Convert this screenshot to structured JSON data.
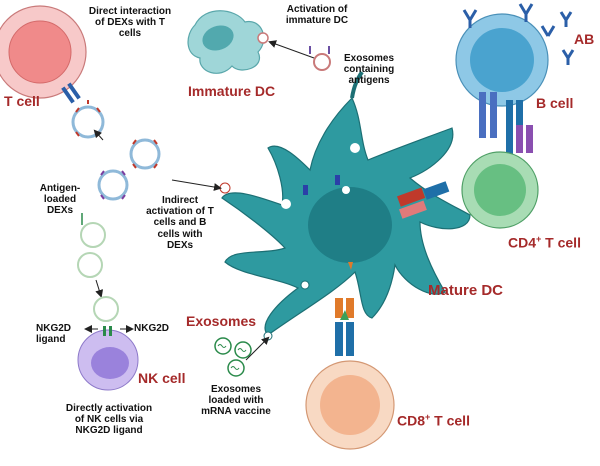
{
  "labels": {
    "t_cell": "T cell",
    "direct_interaction": "Direct interaction of DEXs with T cells",
    "activation_immature": "Activation of immature DC",
    "immature_dc": "Immature DC",
    "exosomes_containing": "Exosomes containing antigens",
    "ab": "AB",
    "b_cell": "B cell",
    "antigen_loaded": "Antigen-loaded DEXs",
    "indirect_activation": "Indirect activation of T cells and B cells with DEXs",
    "cd4_base": "CD4",
    "cd4_sup": "+",
    "cd4_tail": " T cell",
    "mature_dc": "Mature DC",
    "exosomes": "Exosomes",
    "nkg2d_ligand": "NKG2D ligand",
    "nkg2d": "NKG2D",
    "nk_cell": "NK cell",
    "exosomes_mrna": "Exosomes loaded with mRNA vaccine",
    "directly_nk": "Directly activation of NK cells via NKG2D ligand",
    "cd8_base": "CD8",
    "cd8_sup": "+",
    "cd8_tail": " T cell"
  },
  "colors": {
    "dc_fill": "#2e9aa0",
    "dc_stroke": "#1c6f74",
    "nucleus": "#1f7e86",
    "t_cell_outer": "#f7c9c9",
    "t_cell_inner": "#f08a8a",
    "b_cell_outer": "#8ec8e6",
    "b_cell_inner": "#4aa3cf",
    "cd4_outer": "#a8dcb4",
    "cd4_inner": "#67bf82",
    "cd8_outer": "#f8d9c3",
    "cd8_inner": "#f3b48f",
    "nk_outer": "#cdbdf0",
    "nk_inner": "#9a82dc",
    "immature_fill": "#9fd6d8",
    "label_red": "#a52a2a"
  }
}
